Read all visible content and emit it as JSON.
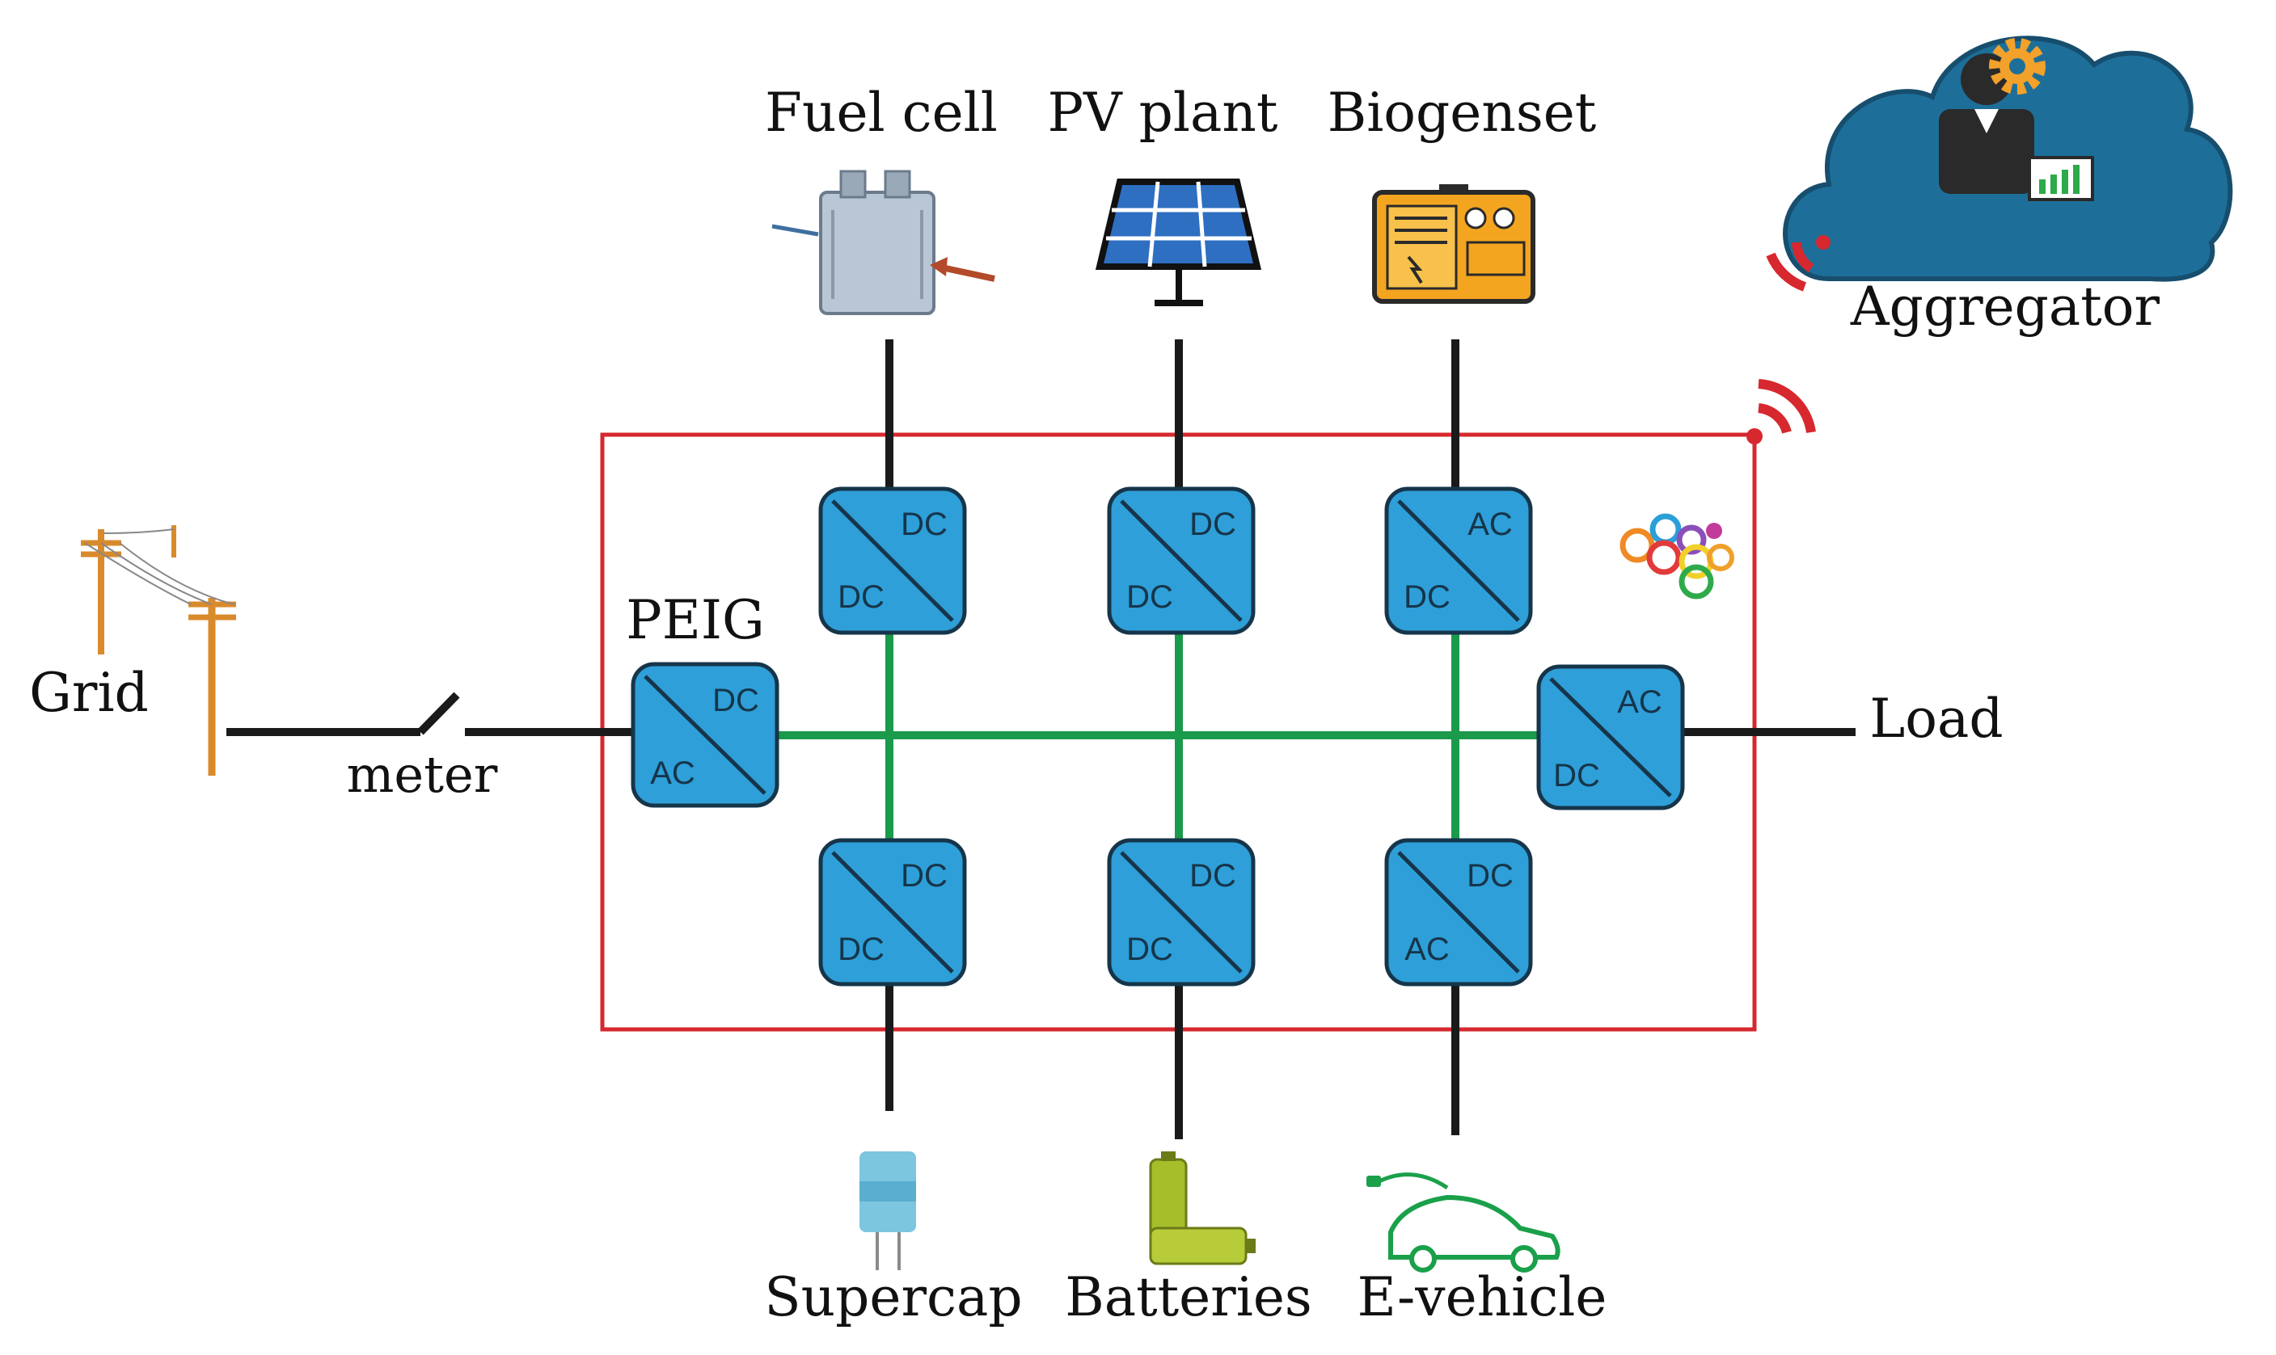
{
  "sources": {
    "fuel_cell": "Fuel cell",
    "pv_plant": "PV plant",
    "biogenset": "Biogenset"
  },
  "cloud": {
    "label": "Aggregator"
  },
  "grid": {
    "label": "Grid",
    "meter": "meter"
  },
  "load": {
    "label": "Load"
  },
  "peig": {
    "label": "PEIG"
  },
  "converters": {
    "peig": {
      "top": "DC",
      "bottom": "AC"
    },
    "fuel_cell": {
      "top": "DC",
      "bottom": "DC"
    },
    "pv_plant": {
      "top": "DC",
      "bottom": "DC"
    },
    "biogenset": {
      "top": "AC",
      "bottom": "DC"
    },
    "load": {
      "top": "AC",
      "bottom": "DC"
    },
    "supercap": {
      "top": "DC",
      "bottom": "DC"
    },
    "batteries": {
      "top": "DC",
      "bottom": "DC"
    },
    "e_vehicle": {
      "top": "DC",
      "bottom": "AC"
    }
  },
  "storage": {
    "supercap": "Supercap",
    "batteries": "Batteries",
    "e_vehicle": "E-vehicle"
  },
  "colors": {
    "converter_fill": "#2e9fd8",
    "converter_stroke": "#16354a",
    "dc_bus": "#1a9a4a",
    "boundary": "#d6282e",
    "wires": "#1a1a1a",
    "cloud": "#1d6f9a"
  }
}
